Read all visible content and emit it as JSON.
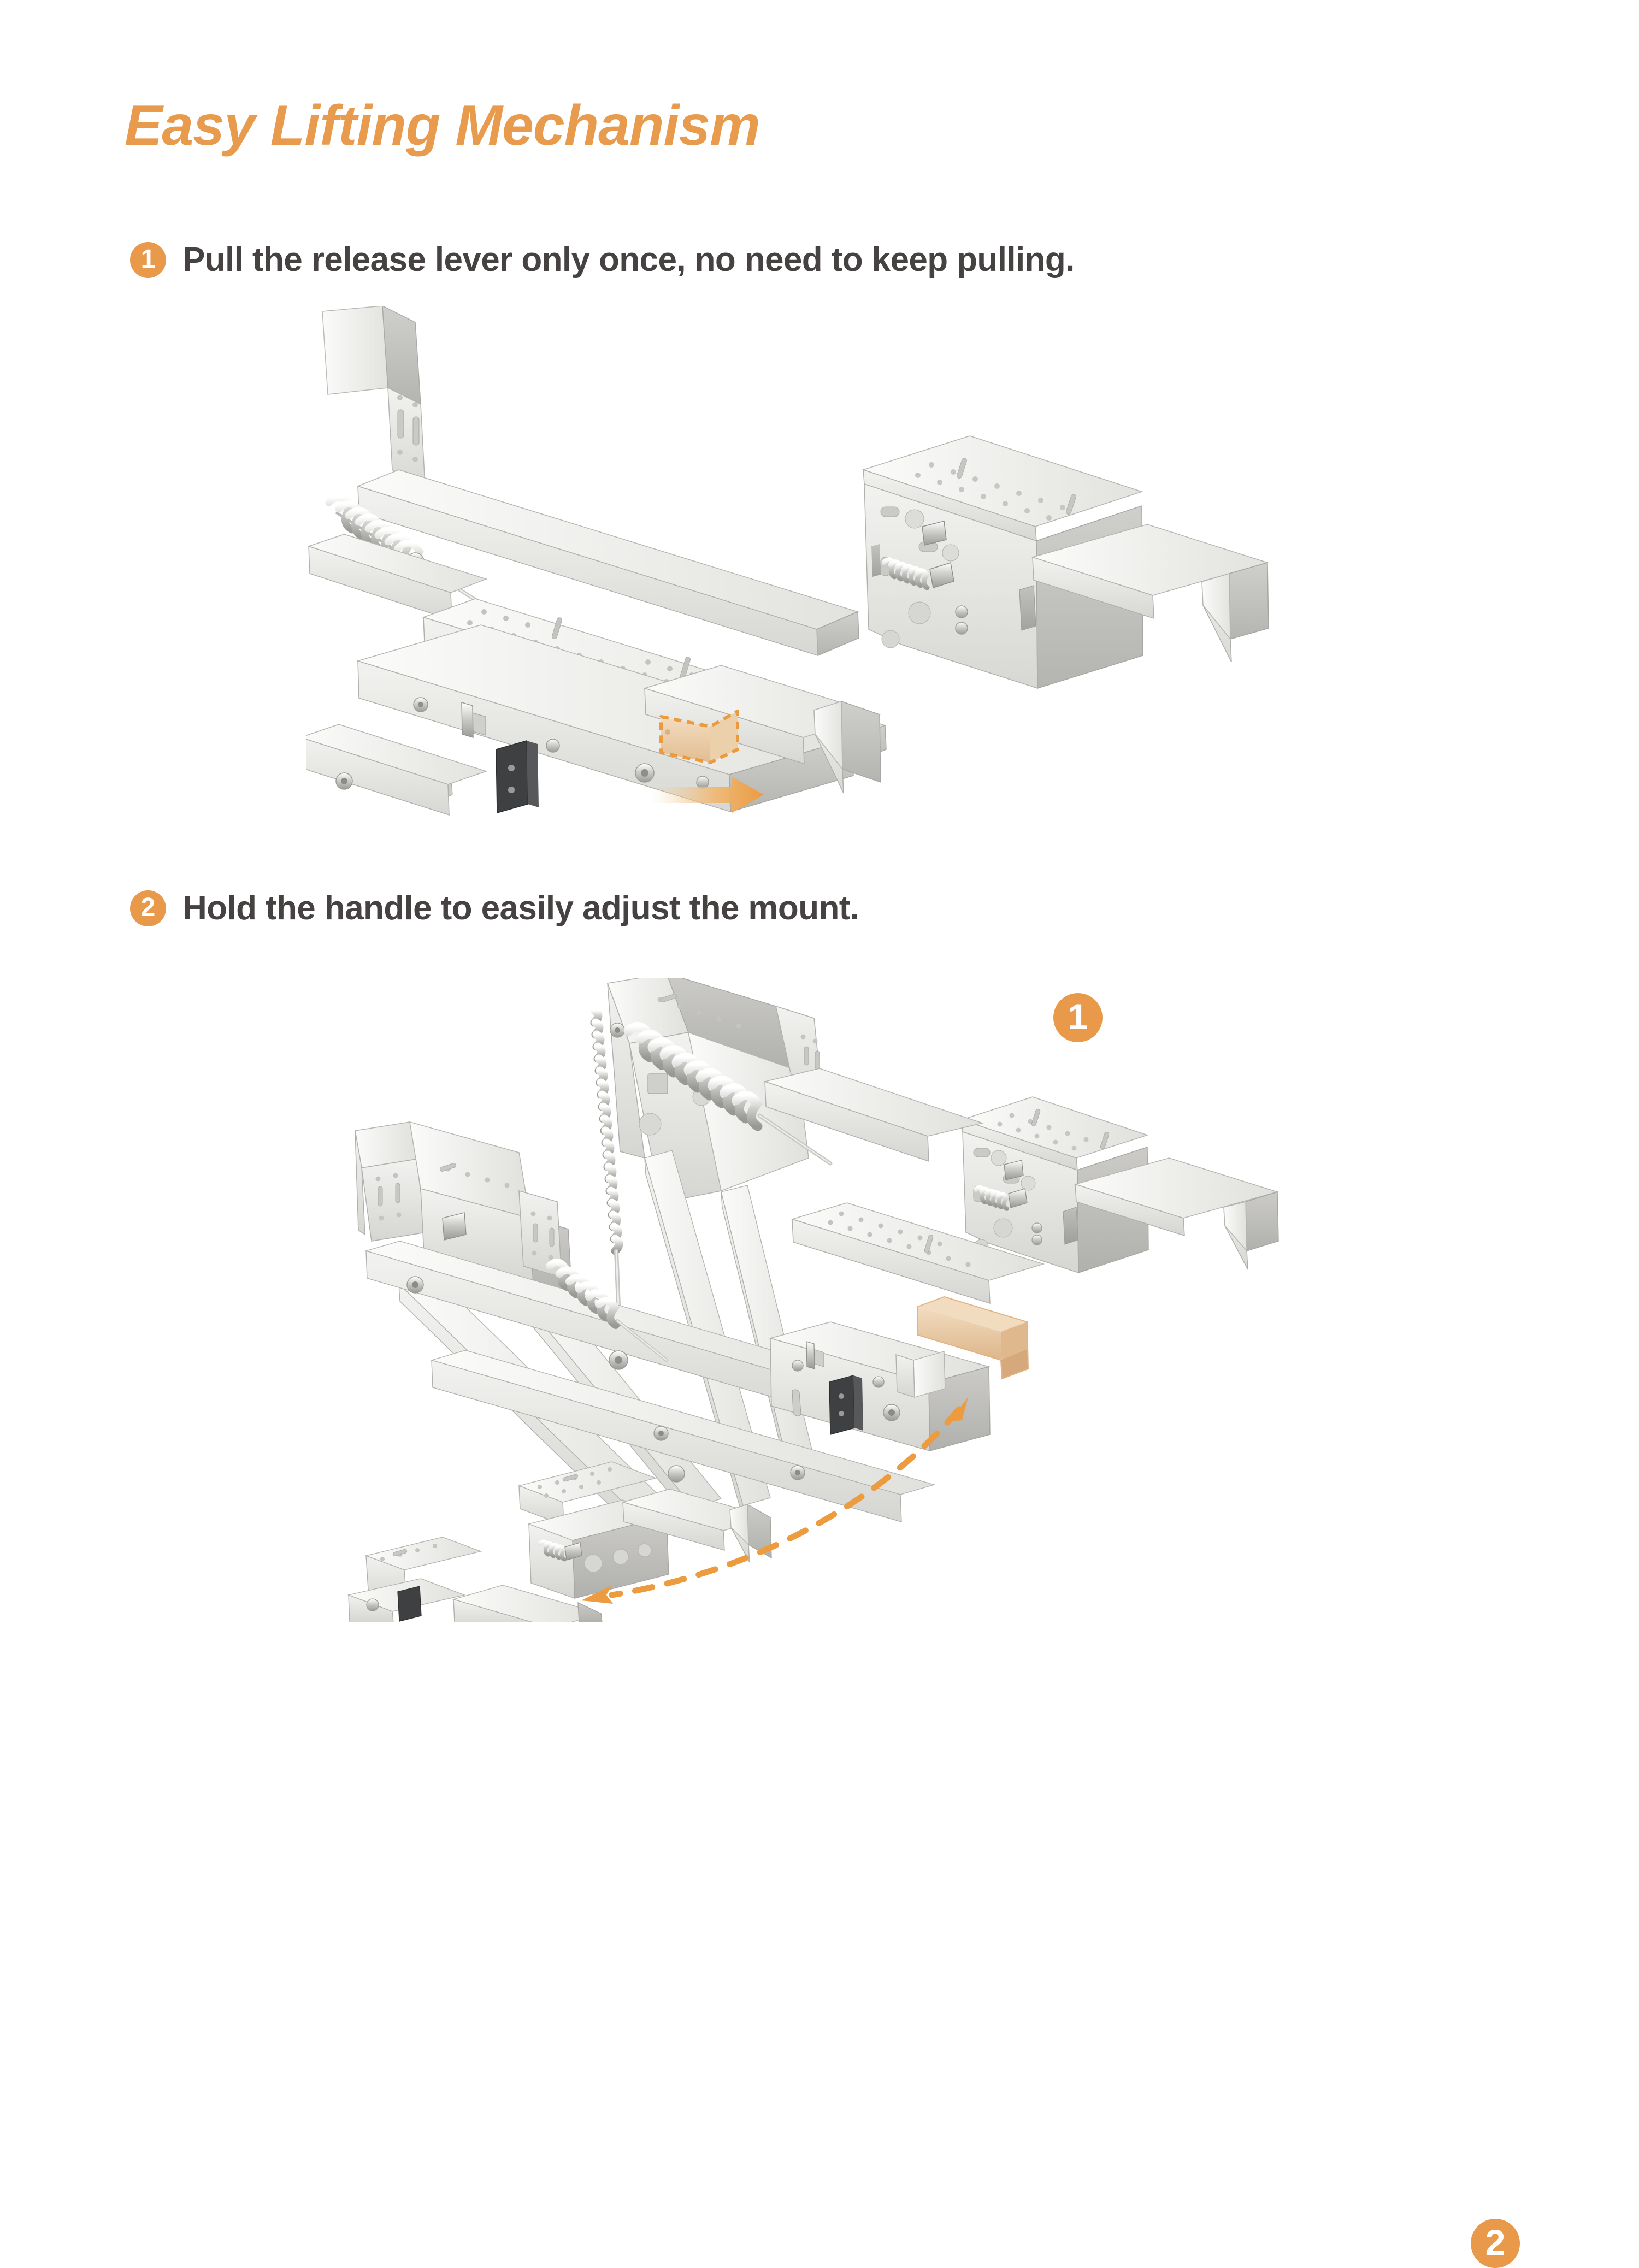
{
  "page": {
    "title": "Easy Lifting Mechanism",
    "background_color": "#ffffff",
    "accent_color": "#e8994a",
    "title_color": "#e89b4c",
    "body_text_color": "#464242",
    "highlight_part_color": "#e8c9a0",
    "metal_color": "#d8d8d4"
  },
  "steps": [
    {
      "number": "1",
      "text": "Pull the release lever only once, no need to keep pulling.",
      "callout_number": "1",
      "highlighted_part": "release-lever",
      "motion": "straight-arrow-right"
    },
    {
      "number": "2",
      "text": "Hold the handle to easily adjust the mount.",
      "callout_number": "2",
      "highlighted_part": "handle",
      "motion": "dashed-double-headed-arc"
    }
  ],
  "illustrations": [
    {
      "name": "lift-mechanism-lowered",
      "description": "Exploded/side 3D view of a spring-loaded lift mechanism with mounting brackets, rails, coil springs and a release lever highlighted in tan with a dashed orange outline."
    },
    {
      "name": "lift-mechanism-raised",
      "description": "3D view of the same lift mechanism articulated upward on its scissor arms, with the pull handle highlighted in tan."
    }
  ]
}
